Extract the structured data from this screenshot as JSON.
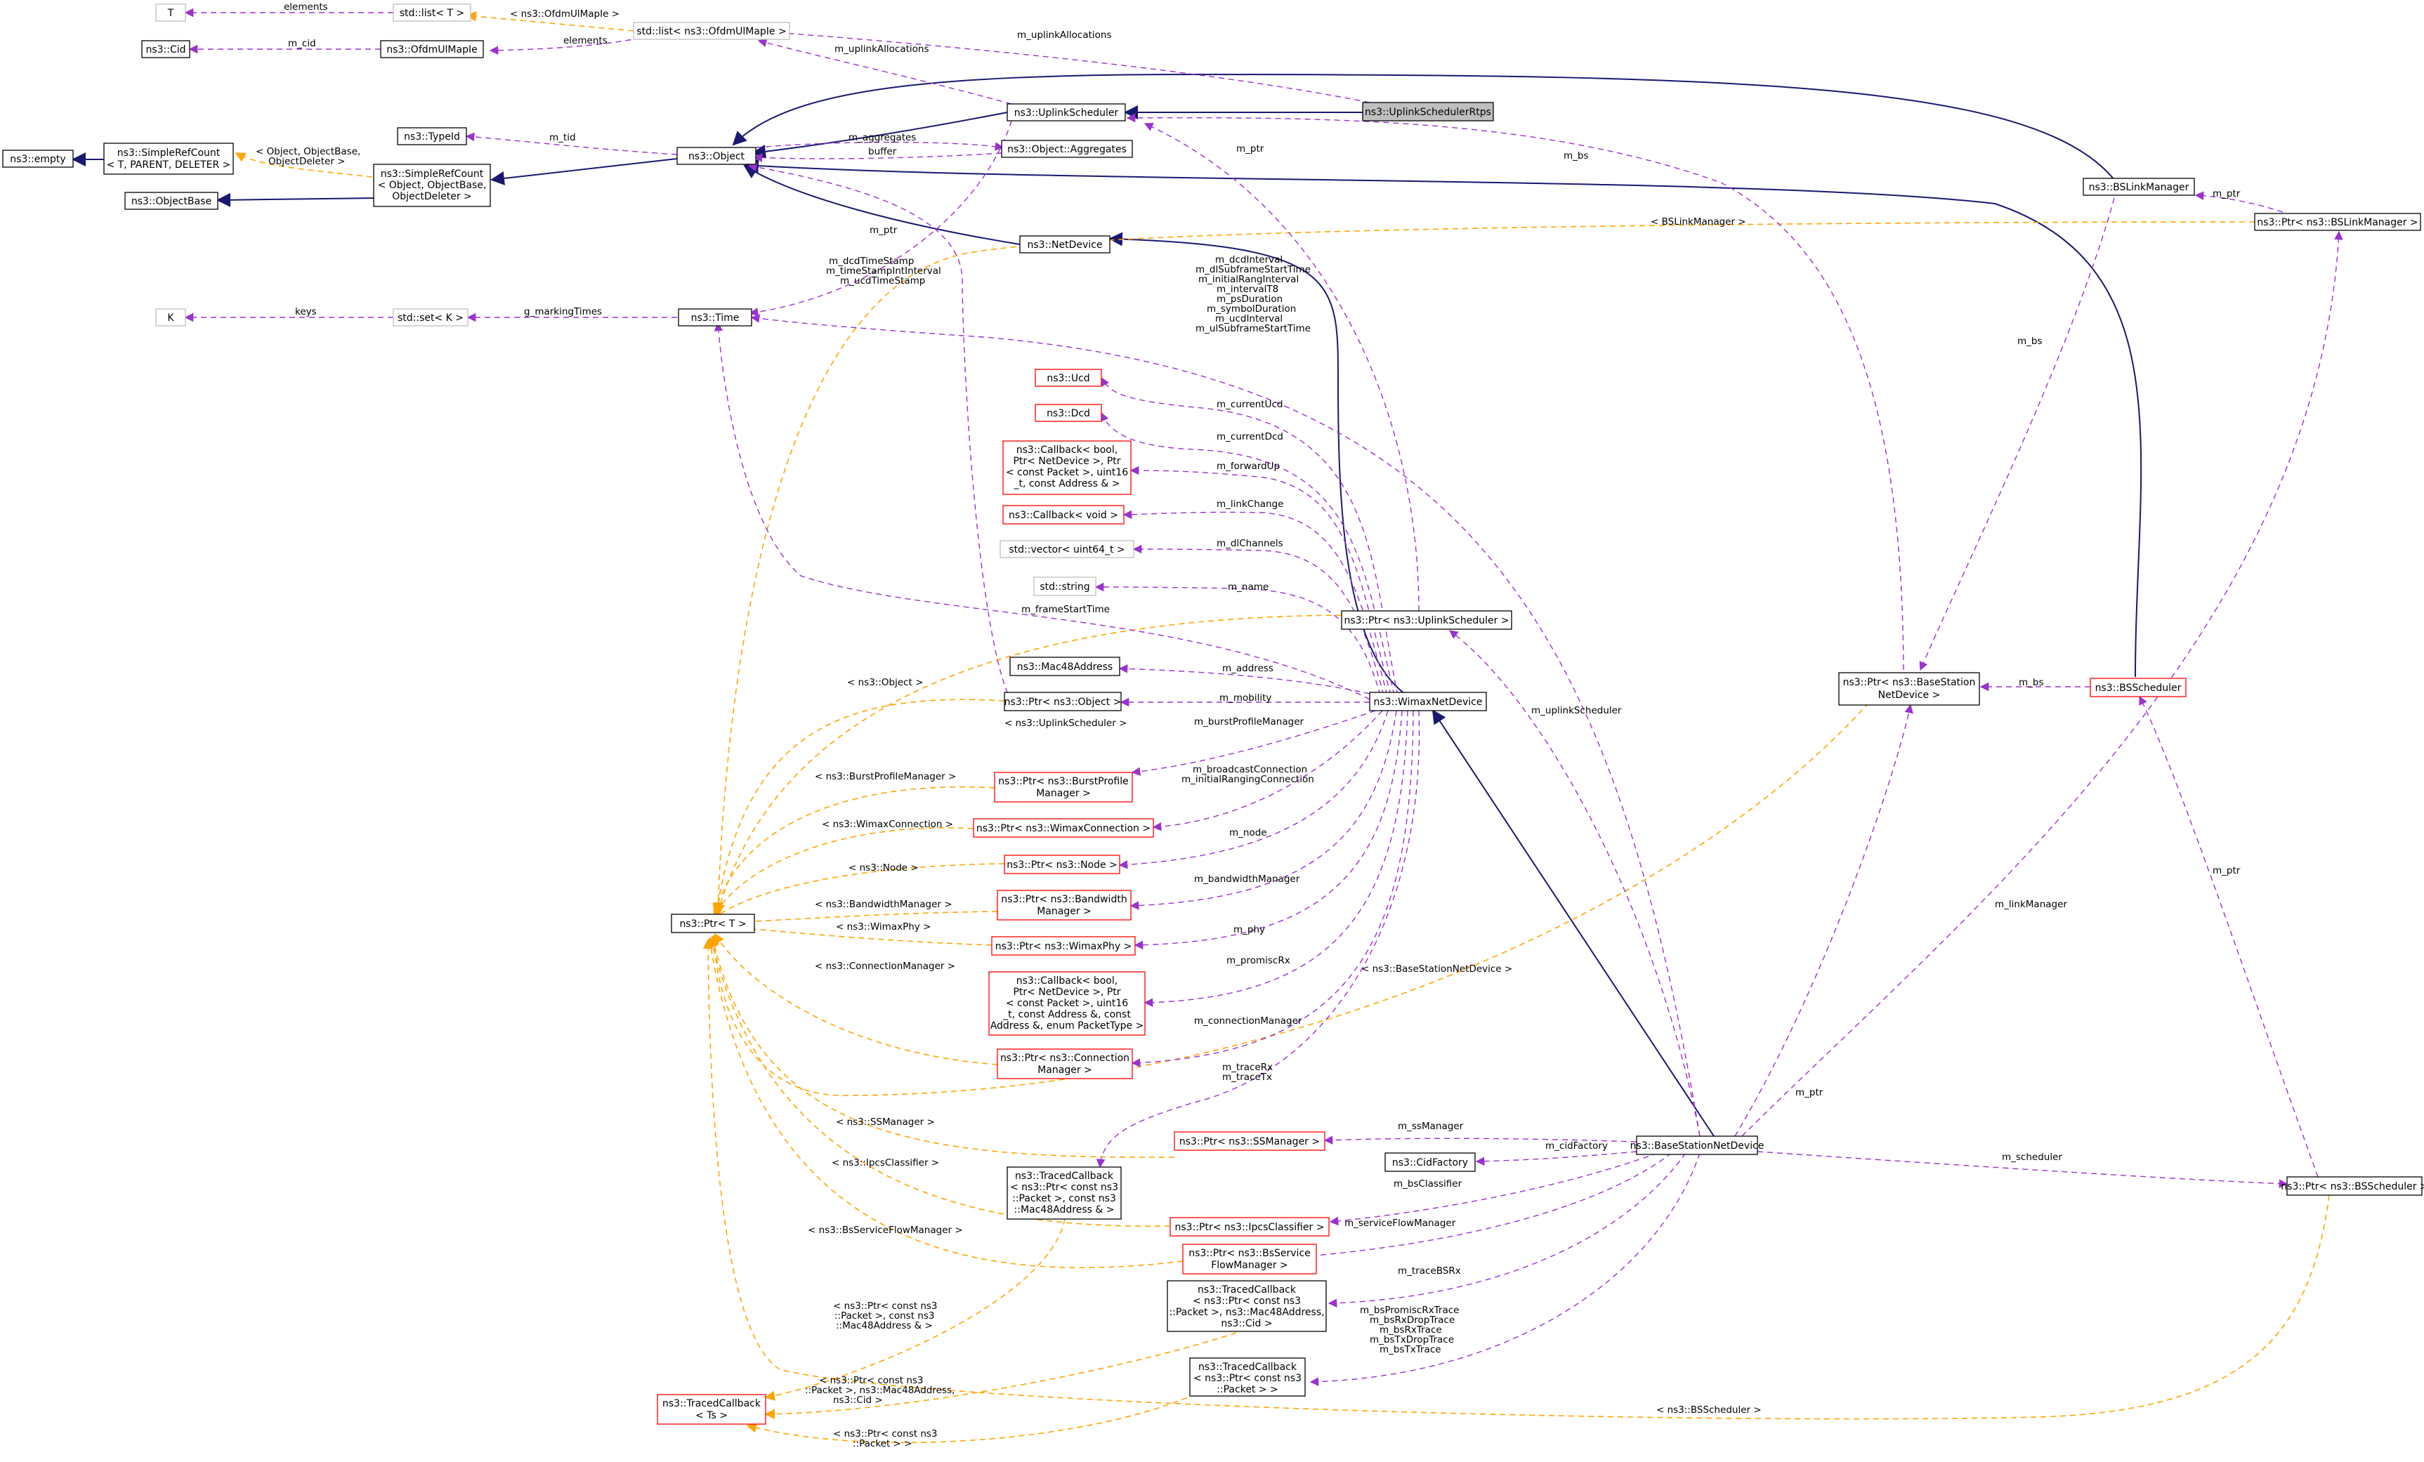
{
  "diagram_title": "ns3::UplinkSchedulerRtps",
  "colors": {
    "inherit": "#191970",
    "use": "#9a32cd",
    "template": "#ffa500",
    "box_default": "#000000",
    "box_undocumented": "#ff0000",
    "box_external": "#bfbfbf",
    "box_focus_fill": "#bfbfbf"
  },
  "nodes": {
    "T": "T",
    "list_T": "std::list< T >",
    "list_ofdm": "std::list< ns3::OfdmUlMapIe >",
    "cid": "ns3::Cid",
    "ofdm": "ns3::OfdmUlMapIe",
    "focus": "ns3::UplinkSchedulerRtps",
    "uplink": "ns3::UplinkScheduler",
    "empty": "ns3::empty",
    "srcT_1": "ns3::SimpleRefCount",
    "srcT_2": "< T, PARENT, DELETER >",
    "typeid": "ns3::TypeId",
    "object": "ns3::Object",
    "aggregates": "ns3::Object::Aggregates",
    "src_1": "ns3::SimpleRefCount",
    "src_2": "< Object, ObjectBase,",
    "src_3": "ObjectDeleter >",
    "objbase": "ns3::ObjectBase",
    "netdevice": "ns3::NetDevice",
    "bslinkmgr": "ns3::BSLinkManager",
    "ptr_bslinkmgr": "ns3::Ptr< ns3::BSLinkManager >",
    "K": "K",
    "set_K": "std::set< K >",
    "time": "ns3::Time",
    "ucd": "ns3::Ucd",
    "dcd": "ns3::Dcd",
    "cb_fwd_1": "ns3::Callback< bool,",
    "cb_fwd_2": " Ptr< NetDevice >, Ptr",
    "cb_fwd_3": "< const Packet >, uint16",
    "cb_fwd_4": "_t, const Address & >",
    "cb_void": "ns3::Callback< void >",
    "vec_u64": "std::vector< uint64_t >",
    "str": "std::string",
    "ptr_uplink": "ns3::Ptr< ns3::UplinkScheduler >",
    "mac48": "ns3::Mac48Address",
    "ptr_object": "ns3::Ptr< ns3::Object >",
    "wimax": "ns3::WimaxNetDevice",
    "ptr_bsnd_1": "ns3::Ptr< ns3::BaseStation",
    "ptr_bsnd_2": "NetDevice >",
    "bsscheduler": "ns3::BSScheduler",
    "ptr_bpm_1": "ns3::Ptr< ns3::BurstProfile",
    "ptr_bpm_2": "Manager >",
    "ptr_wconn": "ns3::Ptr< ns3::WimaxConnection >",
    "ptr_node": "ns3::Ptr< ns3::Node >",
    "ptr_T": "ns3::Ptr< T >",
    "ptr_bwm_1": "ns3::Ptr< ns3::Bandwidth",
    "ptr_bwm_2": "Manager >",
    "ptr_phy": "ns3::Ptr< ns3::WimaxPhy >",
    "cb_prom_1": "ns3::Callback< bool,",
    "cb_prom_2": " Ptr< NetDevice >, Ptr",
    "cb_prom_3": "< const Packet >, uint16",
    "cb_prom_4": "_t, const Address &, const",
    "cb_prom_5": " Address &, enum PacketType >",
    "ptr_connmgr_1": "ns3::Ptr< ns3::Connection",
    "ptr_connmgr_2": "Manager >",
    "ptr_ssmgr": "ns3::Ptr< ns3::SSManager >",
    "bsnd": "ns3::BaseStationNetDevice",
    "cidfactory": "ns3::CidFactory",
    "tcb_mac_1": "ns3::TracedCallback",
    "tcb_mac_2": "< ns3::Ptr< const ns3",
    "tcb_mac_3": "::Packet >, const ns3",
    "tcb_mac_4": "::Mac48Address & >",
    "ptr_ipcs": "ns3::Ptr< ns3::IpcsClassifier >",
    "ptr_bssched": "ns3::Ptr< ns3::BSScheduler >",
    "ptr_sfm_1": "ns3::Ptr< ns3::BsService",
    "ptr_sfm_2": "FlowManager >",
    "tcb_cid_1": "ns3::TracedCallback",
    "tcb_cid_2": "< ns3::Ptr< const ns3",
    "tcb_cid_3": "::Packet >, ns3::Mac48Address,",
    "tcb_cid_4": " ns3::Cid >",
    "tcb_pkt_1": "ns3::TracedCallback",
    "tcb_pkt_2": "< ns3::Ptr< const ns3",
    "tcb_pkt_3": "::Packet > >",
    "tcb_ts_1": "ns3::TracedCallback",
    "tcb_ts_2": "< Ts >"
  },
  "edge_labels": {
    "elements_T": "elements",
    "ofdm_ie": "< ns3::OfdmUlMapIe >",
    "elements_list": "elements",
    "m_cid": "m_cid",
    "m_uplinkAllocations_top": "m_uplinkAllocations",
    "m_uplinkAllocations_mid": "m_uplinkAllocations",
    "obj_deleter_1": "< Object, ObjectBase,",
    "obj_deleter_2": "ObjectDeleter >",
    "m_tid": "m_tid",
    "m_aggregates": "m_aggregates",
    "buffer": "buffer",
    "m_ptr_up": "m_ptr",
    "m_bs_top": "m_bs",
    "m_ptr_bslm": "m_ptr",
    "bslinkmgr_tmpl": "< BSLinkManager >",
    "m_ptr_obj": "m_ptr",
    "time_fields_1": "m_dcdTimeStamp",
    "time_fields_2": "m_timeStampIntInterval",
    "time_fields_3": "m_ucdTimeStamp",
    "bs_time_1": "m_dcdInterval",
    "bs_time_2": "m_dlSubframeStartTime",
    "bs_time_3": "m_initialRangInterval",
    "bs_time_4": "m_intervalT8",
    "bs_time_5": "m_psDuration",
    "bs_time_6": "m_symbolDuration",
    "bs_time_7": "m_ucdInterval",
    "bs_time_8": "m_ulSubframeStartTime",
    "keys": "keys",
    "g_markingTimes": "g_markingTimes",
    "m_currentUcd": "m_currentUcd",
    "m_currentDcd": "m_currentDcd",
    "m_forwardUp": "m_forwardUp",
    "m_linkChange": "m_linkChange",
    "m_dlChannels": "m_dlChannels",
    "m_name": "m_name",
    "m_frameStartTime": "m_frameStartTime",
    "m_bs_right": "m_bs",
    "m_bs_bssched": "m_bs",
    "m_address": "m_address",
    "obj_tmpl": "< ns3::Object >",
    "m_mobility": "m_mobility",
    "uplink_tmpl": "< ns3::UplinkScheduler >",
    "m_burstProfileManager": "m_burstProfileManager",
    "bpm_tmpl": "< ns3::BurstProfileManager >",
    "m_broadcastConnection": "m_broadcastConnection",
    "m_initialRangingConnection": "m_initialRangingConnection",
    "wconn_tmpl": "< ns3::WimaxConnection >",
    "m_node": "m_node",
    "node_tmpl": "< ns3::Node >",
    "m_bandwidthManager": "m_bandwidthManager",
    "bwm_tmpl": "< ns3::BandwidthManager >",
    "phy_tmpl": "< ns3::WimaxPhy >",
    "m_phy": "m_phy",
    "m_promiscRx": "m_promiscRx",
    "m_uplinkScheduler": "m_uplinkScheduler",
    "m_linkManager": "m_linkManager",
    "m_ptr_bssched": "m_ptr",
    "connmgr_tmpl": "< ns3::ConnectionManager >",
    "bsnd_tmpl": "< ns3::BaseStationNetDevice >",
    "m_connectionManager": "m_connectionManager",
    "m_traceRx": "m_traceRx",
    "m_traceTx": "m_traceTx",
    "m_ptr_bsnd": "m_ptr",
    "ssmgr_tmpl": "< ns3::SSManager >",
    "m_ssManager": "m_ssManager",
    "m_cidFactory": "m_cidFactory",
    "m_scheduler": "m_scheduler",
    "ipcs_tmpl": "< ns3::IpcsClassifier >",
    "m_bsClassifier": "m_bsClassifier",
    "sfm_tmpl": "< ns3::BsServiceFlowManager >",
    "m_serviceFlowManager": "m_serviceFlowManager",
    "m_traceBSRx": "m_traceBSRx",
    "trace_1": "m_bsPromiscRxTrace",
    "trace_2": "m_bsRxDropTrace",
    "trace_3": "m_bsRxTrace",
    "trace_4": "m_bsTxDropTrace",
    "trace_5": "m_bsTxTrace",
    "ts_mac_1": "< ns3::Ptr< const ns3",
    "ts_mac_2": "::Packet >, const ns3",
    "ts_mac_3": "::Mac48Address & >",
    "ts_cid_1": "< ns3::Ptr< const ns3",
    "ts_cid_2": "::Packet >, ns3::Mac48Address,",
    "ts_cid_3": " ns3::Cid >",
    "ts_pkt_1": "< ns3::Ptr< const ns3",
    "ts_pkt_2": "::Packet > >",
    "bssched_tmpl": "< ns3::BSScheduler >"
  }
}
